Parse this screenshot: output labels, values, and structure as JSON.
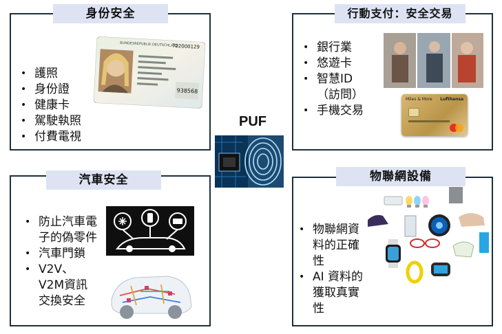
{
  "hub": {
    "label": "PUF"
  },
  "panels": {
    "identity": {
      "title": "身份安全",
      "items": [
        "護照",
        "身份證",
        "健康卡",
        "駕駛執照",
        "付費電視"
      ],
      "card_text": {
        "header": "BUNDESREPUBLIK DEUTSCHLAND",
        "id_number": "T22000129",
        "code": "938568"
      }
    },
    "payment": {
      "title": "行動支付：安全交易",
      "items": [
        "銀行業",
        "悠遊卡",
        "智慧ID",
        "（訪問）",
        "手機交易"
      ],
      "card_text": {
        "brand": "Lufthansa",
        "tag": "Miles & More"
      }
    },
    "car": {
      "title": "汽車安全",
      "items": [
        "防止汽車電子的偽零件",
        "汽車門鎖",
        "V2V、V2M資訊交換安全"
      ]
    },
    "iot": {
      "title": "物聯網設備",
      "items": [
        "物聯網資料的正確性",
        "AI 資料的獲取真實性"
      ]
    }
  },
  "colors": {
    "border": "#1c2f3a",
    "title_bg": "#dde3f3",
    "accent_blue": "#2f6fd1"
  }
}
